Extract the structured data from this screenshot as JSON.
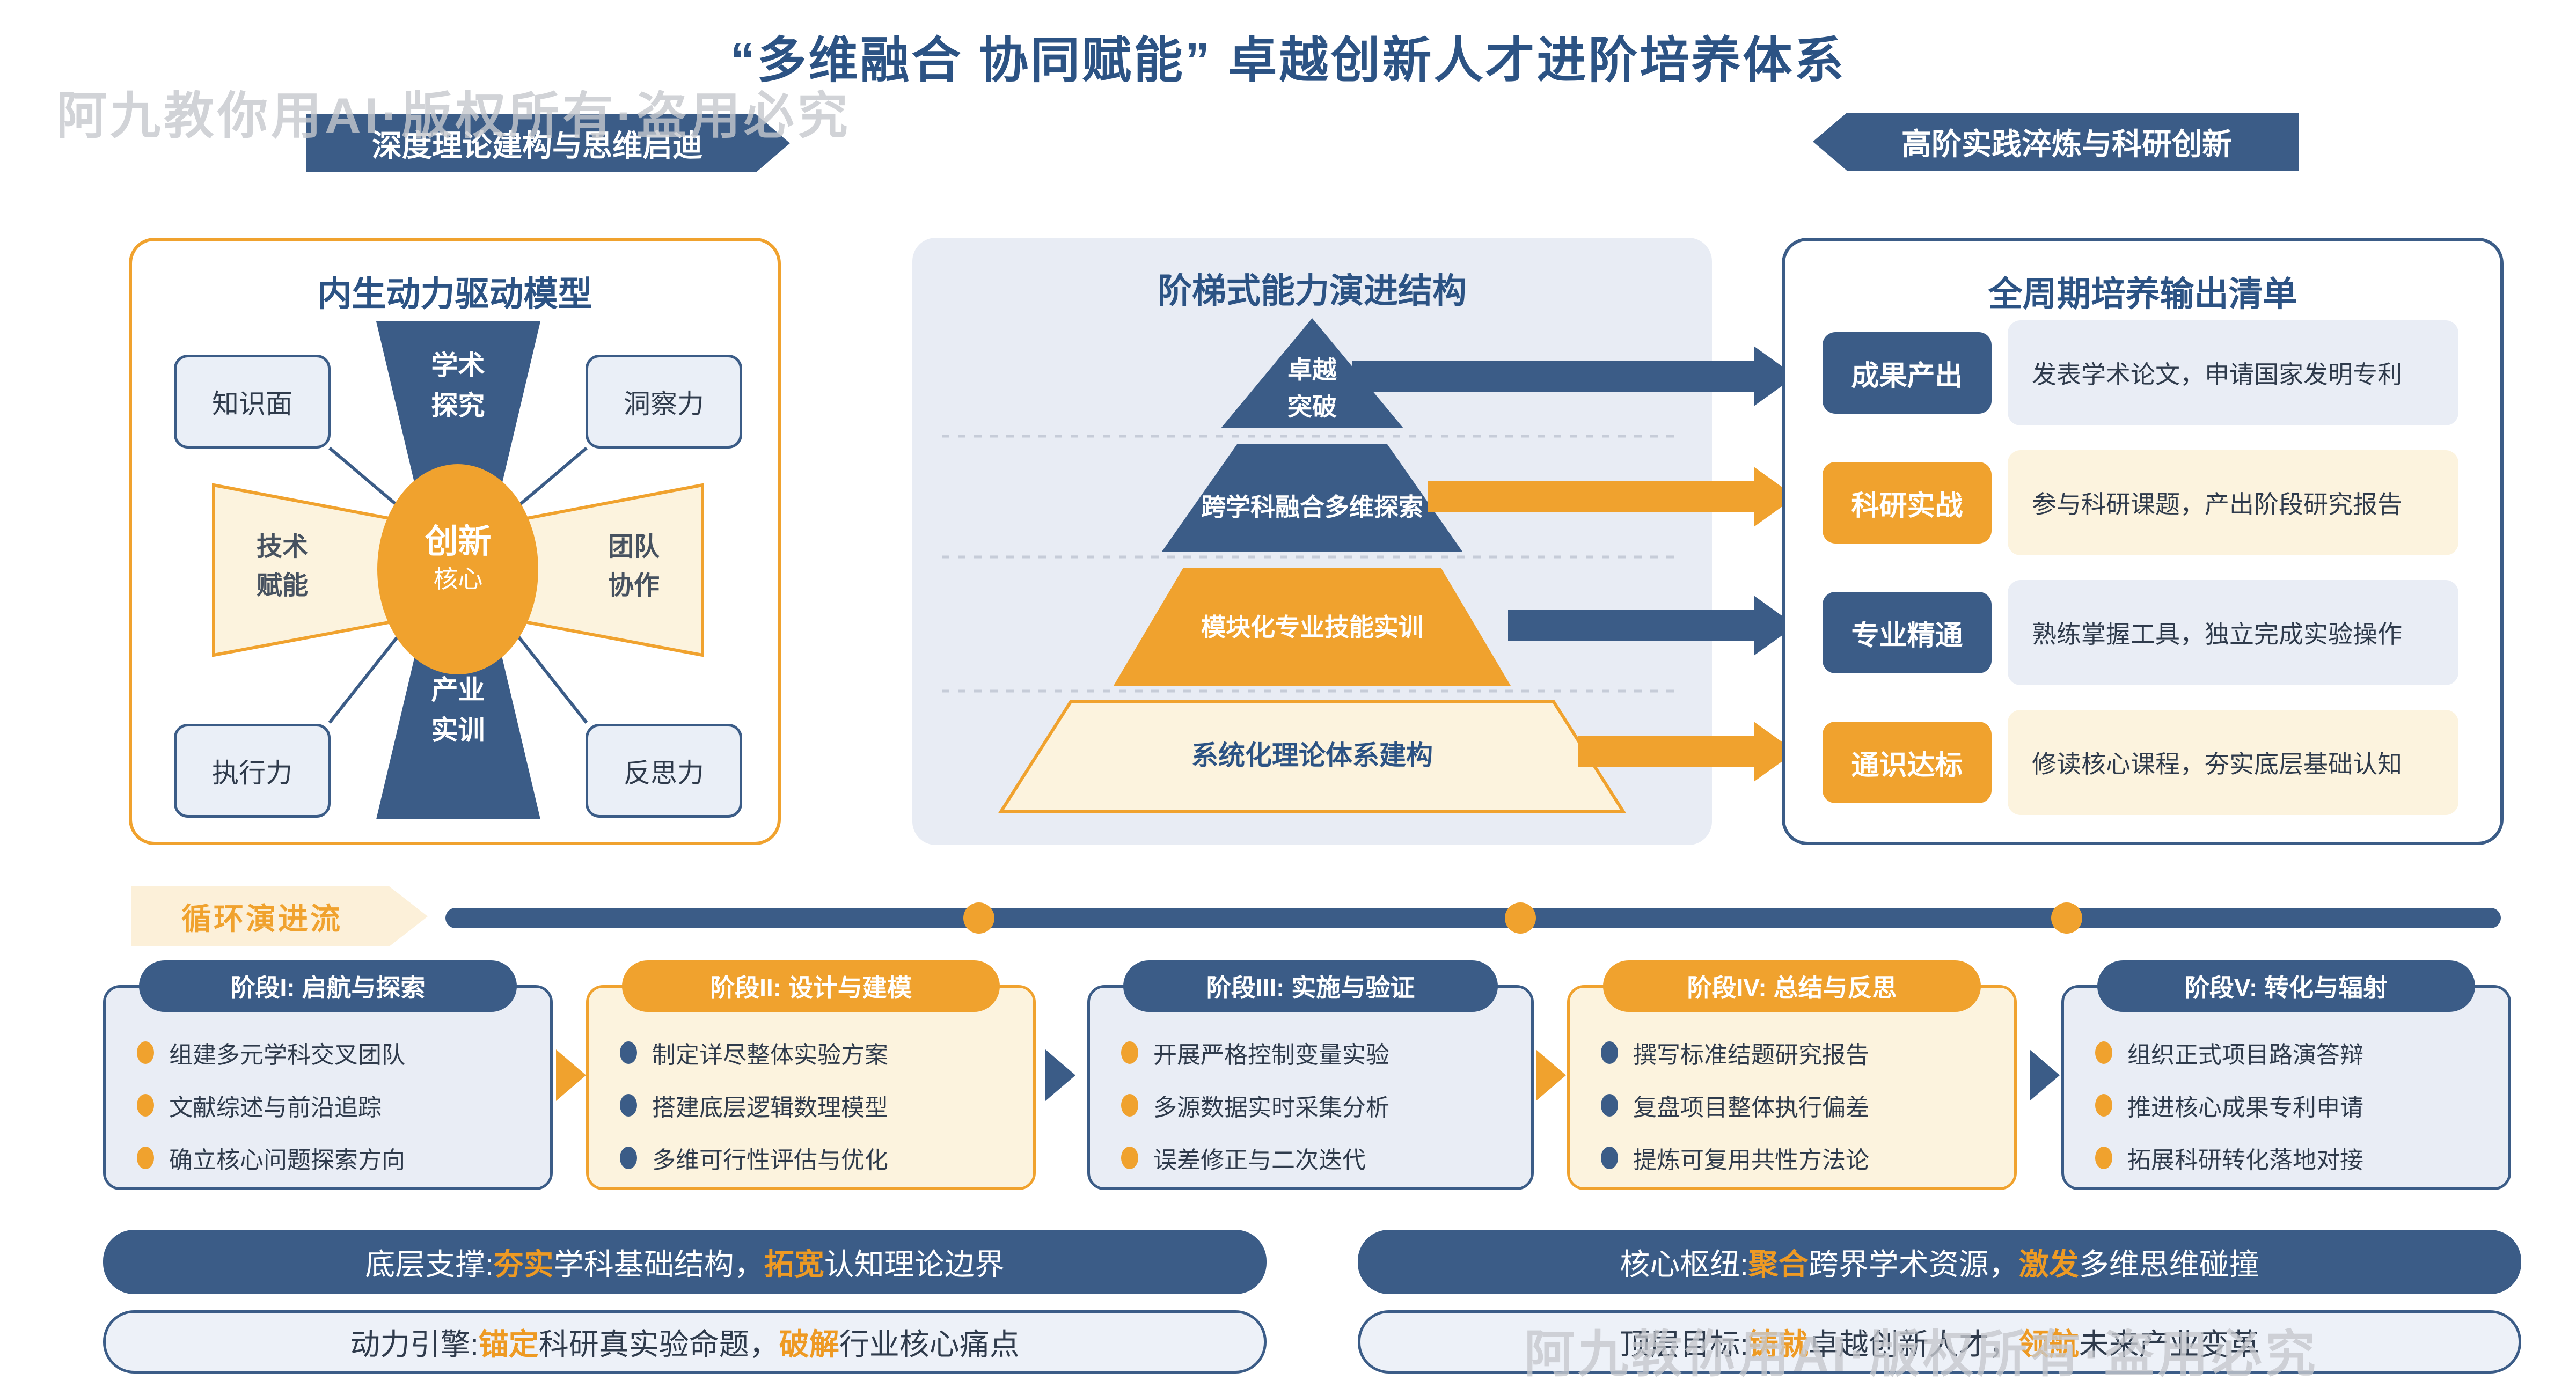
{
  "title": "“多维融合 协同赋能” 卓越创新人才进阶培养体系",
  "watermark": "阿九教你用AI·版权所有·盗用必究",
  "banners": {
    "left": "深度理论建构与思维启迪",
    "right": "高阶实践淬炼与科研创新"
  },
  "colors": {
    "blue": "#3B5C87",
    "navy_text": "#2C5384",
    "orange": "#F0A22E",
    "cream": "#FCF3DE",
    "panel_gray": "#E8ECF4",
    "row_gray": "#E9EDF5",
    "text_dark": "#2F3B4C"
  },
  "model": {
    "title": "内生动力驱动模型",
    "center": {
      "line1": "创新",
      "line2": "核心"
    },
    "top": {
      "line1": "学术",
      "line2": "探究"
    },
    "bottom": {
      "line1": "产业",
      "line2": "实训"
    },
    "left": {
      "line1": "技术",
      "line2": "赋能"
    },
    "right": {
      "line1": "团队",
      "line2": "协作"
    },
    "corners": [
      "知识面",
      "洞察力",
      "执行力",
      "反思力"
    ]
  },
  "pyramid": {
    "title": "阶梯式能力演进结构",
    "level1_line1": "卓越",
    "level1_line2": "突破",
    "level2": "跨学科融合多维探索",
    "level3": "模块化专业技能实训",
    "level4": "系统化理论体系建构"
  },
  "outputs": {
    "title": "全周期培养输出清单",
    "rows": [
      {
        "label": "成果产出",
        "desc": "发表学术论文，申请国家发明专利"
      },
      {
        "label": "科研实战",
        "desc": "参与科研课题，产出阶段研究报告"
      },
      {
        "label": "专业精通",
        "desc": "熟练掌握工具，独立完成实验操作"
      },
      {
        "label": "通识达标",
        "desc": "修读核心课程，夯实底层基础认知"
      }
    ]
  },
  "flow": {
    "label": "循环演进流"
  },
  "stages": [
    {
      "header": "阶段I: 启航与探索",
      "items": [
        "组建多元学科交叉团队",
        "文献综述与前沿追踪",
        "确立核心问题探索方向"
      ]
    },
    {
      "header": "阶段II: 设计与建模",
      "items": [
        "制定详尽整体实验方案",
        "搭建底层逻辑数理模型",
        "多维可行性评估与优化"
      ]
    },
    {
      "header": "阶段III: 实施与验证",
      "items": [
        "开展严格控制变量实验",
        "多源数据实时采集分析",
        "误差修正与二次迭代"
      ]
    },
    {
      "header": "阶段IV: 总结与反思",
      "items": [
        "撰写标准结题研究报告",
        "复盘项目整体执行偏差",
        "提炼可复用共性方法论"
      ]
    },
    {
      "header": "阶段V: 转化与辐射",
      "items": [
        "组织正式项目路演答辩",
        "推进核心成果专利申请",
        "拓展科研转化落地对接"
      ]
    }
  ],
  "bottom_bars": [
    {
      "segments": [
        {
          "t": "底层支撑: ",
          "c": "w"
        },
        {
          "t": "夯实",
          "c": "o"
        },
        {
          "t": " 学科基础结构，",
          "c": "w"
        },
        {
          "t": "拓宽",
          "c": "o"
        },
        {
          "t": " 认知理论边界",
          "c": "w"
        }
      ]
    },
    {
      "segments": [
        {
          "t": "动力引擎: ",
          "c": "d"
        },
        {
          "t": "锚定",
          "c": "o"
        },
        {
          "t": " 科研真实验命题，",
          "c": "d"
        },
        {
          "t": "破解",
          "c": "o"
        },
        {
          "t": " 行业核心痛点",
          "c": "d"
        }
      ]
    },
    {
      "segments": [
        {
          "t": "核心枢纽: ",
          "c": "w"
        },
        {
          "t": "聚合",
          "c": "o"
        },
        {
          "t": " 跨界学术资源，",
          "c": "w"
        },
        {
          "t": "激发",
          "c": "o"
        },
        {
          "t": " 多维思维碰撞",
          "c": "w"
        }
      ]
    },
    {
      "segments": [
        {
          "t": "顶层目标: ",
          "c": "d"
        },
        {
          "t": "铸就",
          "c": "o"
        },
        {
          "t": " 卓越创新人才，",
          "c": "d"
        },
        {
          "t": "领航",
          "c": "o"
        },
        {
          "t": " 未来产业变革",
          "c": "d"
        }
      ]
    }
  ]
}
